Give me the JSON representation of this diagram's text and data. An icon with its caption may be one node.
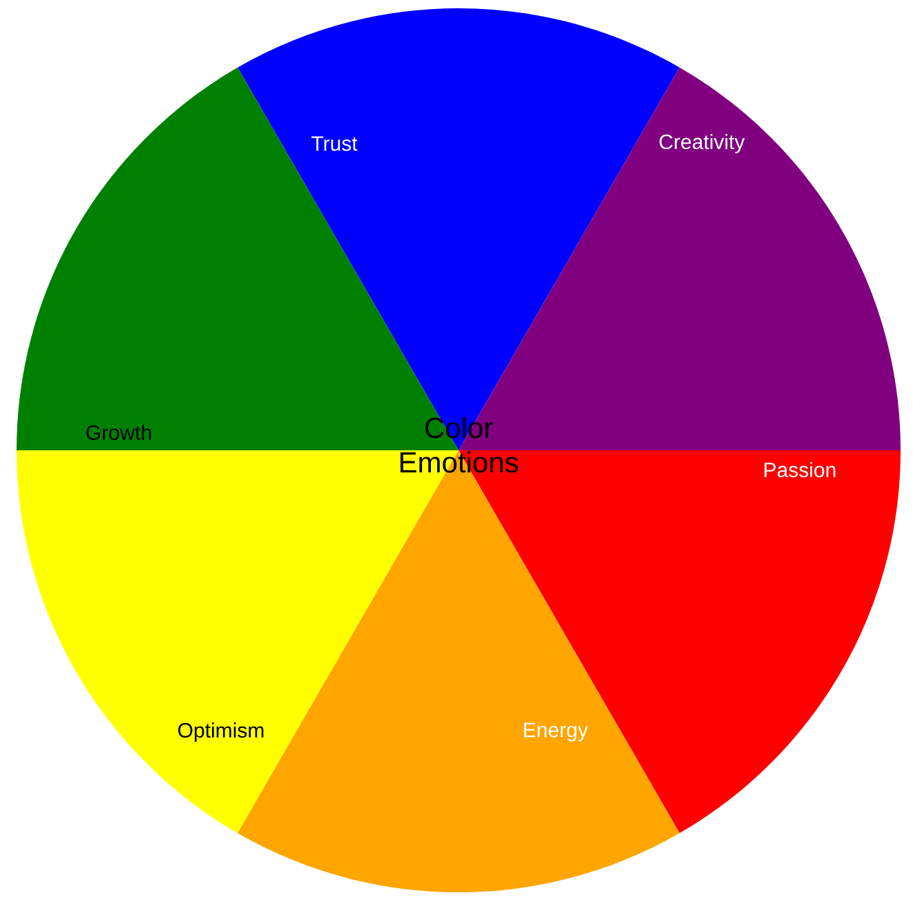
{
  "diagram": {
    "title": "Color Emotions",
    "nodes": [
      {
        "text": [
          "Trust"
        ]
      },
      {
        "text": [
          "Creativity"
        ]
      },
      {
        "text": [
          "Growth"
        ]
      },
      {
        "text": [
          "Passion"
        ]
      },
      {
        "text": [
          "Optimism"
        ]
      },
      {
        "text": [
          "Energy"
        ]
      }
    ]
  }
}
